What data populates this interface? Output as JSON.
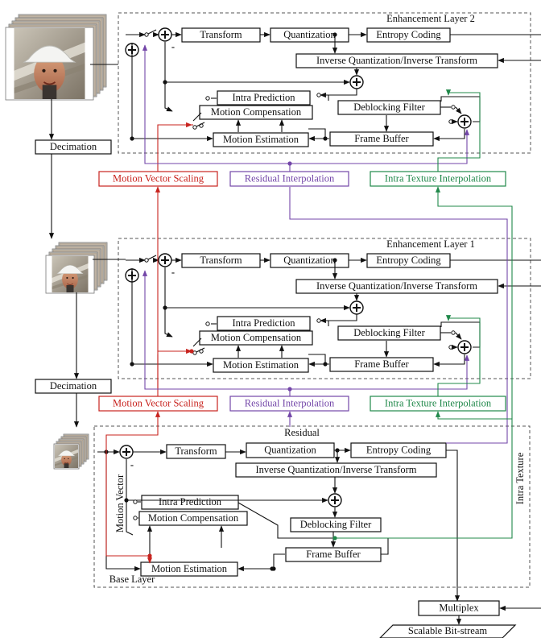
{
  "layers": {
    "enh2": "Enhancement Layer 2",
    "enh1": "Enhancement Layer 1",
    "base": "Base Layer"
  },
  "blocks": {
    "transform": "Transform",
    "quantization": "Quantization",
    "entropy": "Entropy Coding",
    "invqt": "Inverse Quantization/Inverse Transform",
    "intra": "Intra Prediction",
    "mc": "Motion Compensation",
    "deblock": "Deblocking Filter",
    "me": "Motion Estimation",
    "me_base": "Motion  Estimation",
    "fb": "Frame Buffer",
    "decimation": "Decimation",
    "mvs": "Motion Vector Scaling",
    "resint": "Residual Interpolation",
    "itint": "Intra Texture Interpolation",
    "multiplex": "Multiplex",
    "bitstream": "Scalable Bit-stream"
  },
  "annotations": {
    "residual": "Residual",
    "motion_vector": "Motion Vector",
    "intra_texture": "Intra Texture",
    "minus": "-"
  },
  "colors": {
    "line": "#111111",
    "motion_vector": "#c8231e",
    "residual": "#7346a8",
    "intra_texture": "#20884a"
  }
}
